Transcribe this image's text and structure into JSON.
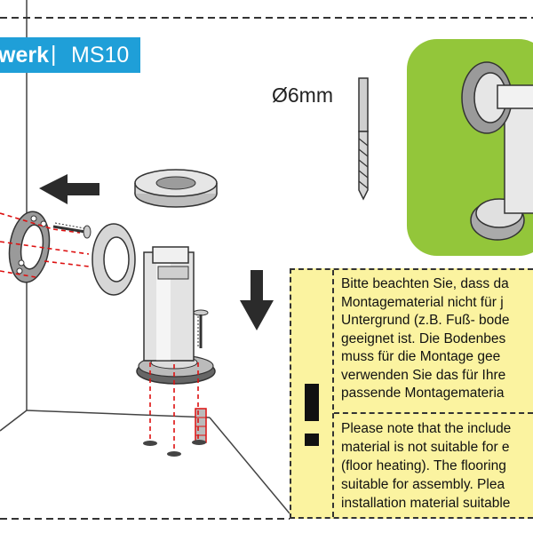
{
  "header": {
    "model_name": "werk",
    "separator": "|",
    "model_code": "MS10",
    "background_color": "#1f9fd8"
  },
  "drill": {
    "label": "Ø6mm"
  },
  "note": {
    "background_color": "#fbf3a0",
    "icon": "exclamation-icon",
    "german_text": "Bitte beachten Sie, dass da\nMontagematerial nicht für j\nUntergrund (z.B. Fuß- bode\ngeeignet ist. Die Bodenbes\nmuss für die Montage gee\nverwenden Sie das für Ihre\npassende Montagemateria",
    "english_text": "Please note that the include\nmaterial is not suitable for e\n(floor heating). The flooring\nsuitable for assembly. Plea\ninstallation material suitable"
  },
  "result_panel": {
    "background_color": "#93c63a"
  }
}
